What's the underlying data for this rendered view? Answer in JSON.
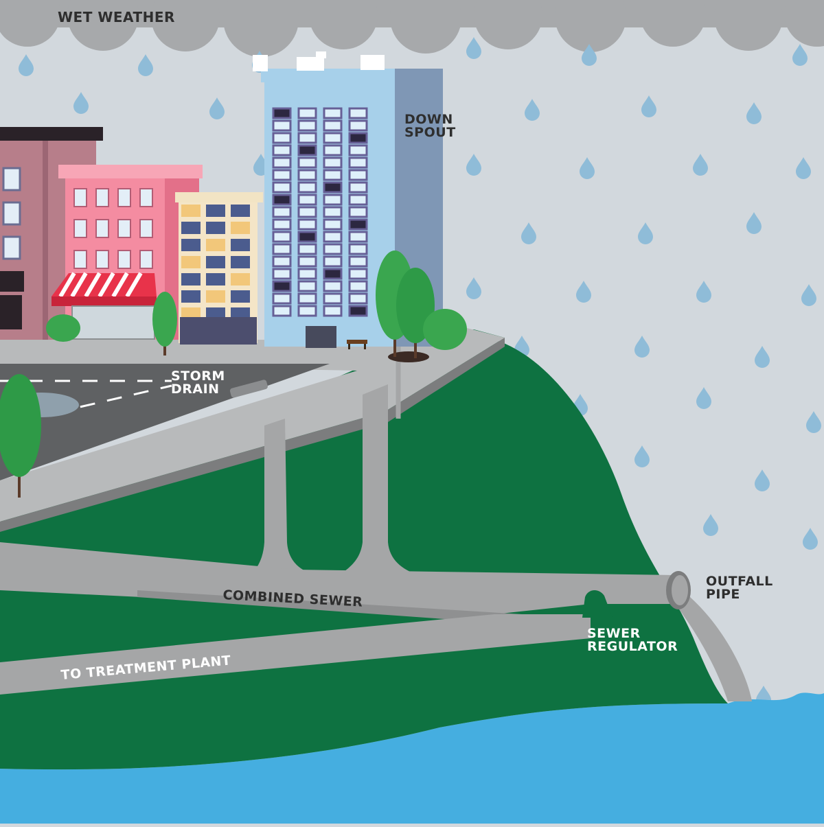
{
  "title": "WET WEATHER",
  "labels": {
    "down_spout": [
      "DOWN",
      "SPOUT"
    ],
    "storm_drain": [
      "STORM",
      "DRAIN"
    ],
    "outfall_pipe": [
      "OUTFALL",
      "PIPE"
    ],
    "combined_sewer": "COMBINED SEWER",
    "sewer_regulator": [
      "SEWER",
      "REGULATOR"
    ],
    "to_treatment_plant": "TO TREATMENT PLANT"
  },
  "colors": {
    "sky": "#d2d8dd",
    "cloud": "#a7a9ab",
    "raindrop": "#8fbcd8",
    "grass": "#0e7241",
    "pipe": "#a5a6a7",
    "pipe_dark": "#7c7d7e",
    "water": "#45aee0",
    "label_dark": "#2e2e2e",
    "label_light": "#ffffff"
  }
}
